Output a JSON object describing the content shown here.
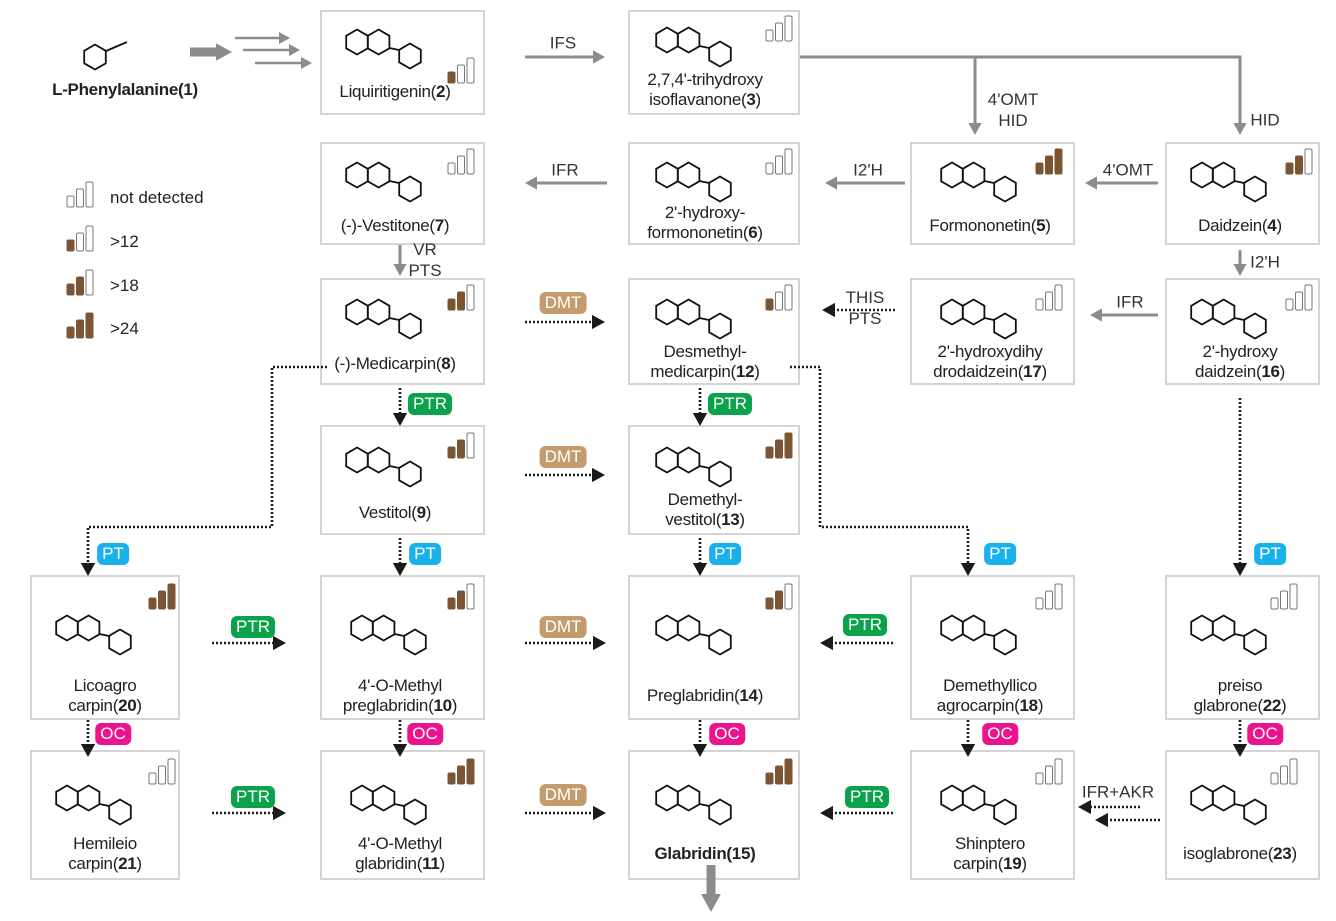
{
  "colors": {
    "bar_fill": "#7b5433",
    "box_border": "#d4d4d4",
    "solid_arrow": "#8c8c8c",
    "dotted_arrow": "#1a1a1a",
    "highlight": "#c0392b",
    "badges": {
      "DMT": "#c39b6d",
      "PTR": "#0ca24c",
      "PT": "#18b1ec",
      "OC": "#ec148c"
    }
  },
  "legend": [
    {
      "level": 0,
      "label": "not detected"
    },
    {
      "level": 1,
      "label": ">12"
    },
    {
      "level": 2,
      "label": ">18"
    },
    {
      "level": 3,
      "label": ">24"
    }
  ],
  "compounds": [
    {
      "id": "1",
      "lines": [
        "L-Phenylalanine"
      ],
      "number": "1",
      "level": null,
      "bold": true
    },
    {
      "id": "2",
      "lines": [
        "Liquiritigenin"
      ],
      "number": "2",
      "level": 1
    },
    {
      "id": "3",
      "lines": [
        "2,7,4'-trihydroxy",
        "isoflavanone"
      ],
      "number": "3",
      "level": 0
    },
    {
      "id": "7",
      "lines": [
        "(-)-Vestitone"
      ],
      "number": "7",
      "level": 0
    },
    {
      "id": "6",
      "lines": [
        "2'-hydroxy-",
        "formononetin"
      ],
      "number": "6",
      "level": 0
    },
    {
      "id": "5",
      "lines": [
        "Formononetin"
      ],
      "number": "5",
      "level": 3
    },
    {
      "id": "4",
      "lines": [
        "Daidzein"
      ],
      "number": "4",
      "level": 2
    },
    {
      "id": "8",
      "lines": [
        "(-)-Medicarpin"
      ],
      "number": "8",
      "level": 2
    },
    {
      "id": "12",
      "lines": [
        "Desmethyl-",
        "medicarpin"
      ],
      "number": "12",
      "level": 1
    },
    {
      "id": "17",
      "lines": [
        "2'-hydroxydihy",
        "drodaidzein"
      ],
      "number": "17",
      "level": 0
    },
    {
      "id": "16",
      "lines": [
        "2'-hydroxy",
        "daidzein"
      ],
      "number": "16",
      "level": 0
    },
    {
      "id": "9",
      "lines": [
        "Vestitol"
      ],
      "number": "9",
      "level": 2
    },
    {
      "id": "13",
      "lines": [
        "Demethyl-",
        "vestitol"
      ],
      "number": "13",
      "level": 3
    },
    {
      "id": "20",
      "lines": [
        "Licoagro",
        "carpin"
      ],
      "number": "20",
      "level": 3
    },
    {
      "id": "10",
      "lines": [
        "4'-O-Methyl",
        "preglabridin"
      ],
      "number": "10",
      "level": 2
    },
    {
      "id": "14",
      "lines": [
        "Preglabridin"
      ],
      "number": "14",
      "level": 2
    },
    {
      "id": "18",
      "lines": [
        "Demethyllico",
        "agrocarpin"
      ],
      "number": "18",
      "level": 0
    },
    {
      "id": "22",
      "lines": [
        "preiso",
        "glabrone"
      ],
      "number": "22",
      "level": 0
    },
    {
      "id": "21",
      "lines": [
        "Hemileio",
        "carpin"
      ],
      "number": "21",
      "level": 0
    },
    {
      "id": "11",
      "lines": [
        "4'-O-Methyl",
        "glabridin"
      ],
      "number": "11",
      "level": 3
    },
    {
      "id": "15",
      "lines": [
        "Glabridin"
      ],
      "number": "15",
      "level": 3,
      "bold": true
    },
    {
      "id": "19",
      "lines": [
        "Shinptero",
        "carpin"
      ],
      "number": "19",
      "level": 0
    },
    {
      "id": "23",
      "lines": [
        "isoglabrone"
      ],
      "number": "23",
      "level": 0
    }
  ],
  "reactions": [
    {
      "from": "1",
      "to": "2",
      "enzyme": [],
      "style": "solid"
    },
    {
      "from": "2",
      "to": "3",
      "enzyme": [
        "IFS"
      ],
      "style": "solid"
    },
    {
      "from": "3",
      "to": "5",
      "enzyme": [
        "4'OMT",
        "HID"
      ],
      "style": "solid"
    },
    {
      "from": "3",
      "to": "4",
      "enzyme": [
        "HID"
      ],
      "style": "solid"
    },
    {
      "from": "4",
      "to": "5",
      "enzyme": [
        "4'OMT"
      ],
      "style": "solid"
    },
    {
      "from": "5",
      "to": "6",
      "enzyme": [
        "I2'H"
      ],
      "style": "solid"
    },
    {
      "from": "6",
      "to": "7",
      "enzyme": [
        "IFR"
      ],
      "style": "solid"
    },
    {
      "from": "7",
      "to": "8",
      "enzyme": [
        "VR",
        "PTS"
      ],
      "style": "solid"
    },
    {
      "from": "4",
      "to": "16",
      "enzyme": [
        "I2'H"
      ],
      "style": "solid"
    },
    {
      "from": "16",
      "to": "17",
      "enzyme": [
        "IFR"
      ],
      "style": "solid"
    },
    {
      "from": "17",
      "to": "12",
      "enzyme": [
        "THIS",
        "PTS"
      ],
      "style": "dotted"
    },
    {
      "from": "8",
      "to": "12",
      "enzyme": [
        "DMT"
      ],
      "style": "dotted",
      "badge": true
    },
    {
      "from": "8",
      "to": "9",
      "enzyme": [
        "PTR"
      ],
      "style": "dotted",
      "badge": true
    },
    {
      "from": "12",
      "to": "13",
      "enzyme": [
        "PTR"
      ],
      "style": "dotted",
      "badge": true
    },
    {
      "from": "9",
      "to": "13",
      "enzyme": [
        "DMT"
      ],
      "style": "dotted",
      "badge": true
    },
    {
      "from": "8",
      "to": "20",
      "enzyme": [
        "PT"
      ],
      "style": "dotted",
      "badge": true
    },
    {
      "from": "9",
      "to": "10",
      "enzyme": [
        "PT"
      ],
      "style": "dotted",
      "badge": true
    },
    {
      "from": "13",
      "to": "14",
      "enzyme": [
        "PT"
      ],
      "style": "dotted",
      "badge": true
    },
    {
      "from": "12",
      "to": "18",
      "enzyme": [
        "PT"
      ],
      "style": "dotted",
      "badge": true
    },
    {
      "from": "16",
      "to": "22",
      "enzyme": [
        "PT"
      ],
      "style": "dotted",
      "badge": true
    },
    {
      "from": "20",
      "to": "10",
      "enzyme": [
        "PTR"
      ],
      "style": "dotted",
      "badge": true
    },
    {
      "from": "10",
      "to": "14",
      "enzyme": [
        "DMT"
      ],
      "style": "dotted",
      "badge": true
    },
    {
      "from": "18",
      "to": "14",
      "enzyme": [
        "PTR"
      ],
      "style": "dotted",
      "badge": true
    },
    {
      "from": "20",
      "to": "21",
      "enzyme": [
        "OC"
      ],
      "style": "dotted",
      "badge": true
    },
    {
      "from": "10",
      "to": "11",
      "enzyme": [
        "OC"
      ],
      "style": "dotted",
      "badge": true
    },
    {
      "from": "14",
      "to": "15",
      "enzyme": [
        "OC"
      ],
      "style": "dotted",
      "badge": true
    },
    {
      "from": "18",
      "to": "19",
      "enzyme": [
        "OC"
      ],
      "style": "dotted",
      "badge": true
    },
    {
      "from": "22",
      "to": "23",
      "enzyme": [
        "OC"
      ],
      "style": "dotted",
      "badge": true
    },
    {
      "from": "21",
      "to": "11",
      "enzyme": [
        "PTR"
      ],
      "style": "dotted",
      "badge": true
    },
    {
      "from": "11",
      "to": "15",
      "enzyme": [
        "DMT"
      ],
      "style": "dotted",
      "badge": true
    },
    {
      "from": "19",
      "to": "15",
      "enzyme": [
        "PTR"
      ],
      "style": "dotted",
      "badge": true
    },
    {
      "from": "23",
      "to": "19",
      "enzyme": [
        "IFR+AKR"
      ],
      "style": "dotted"
    },
    {
      "from": "15",
      "to": "",
      "enzyme": [],
      "style": "solid"
    }
  ]
}
